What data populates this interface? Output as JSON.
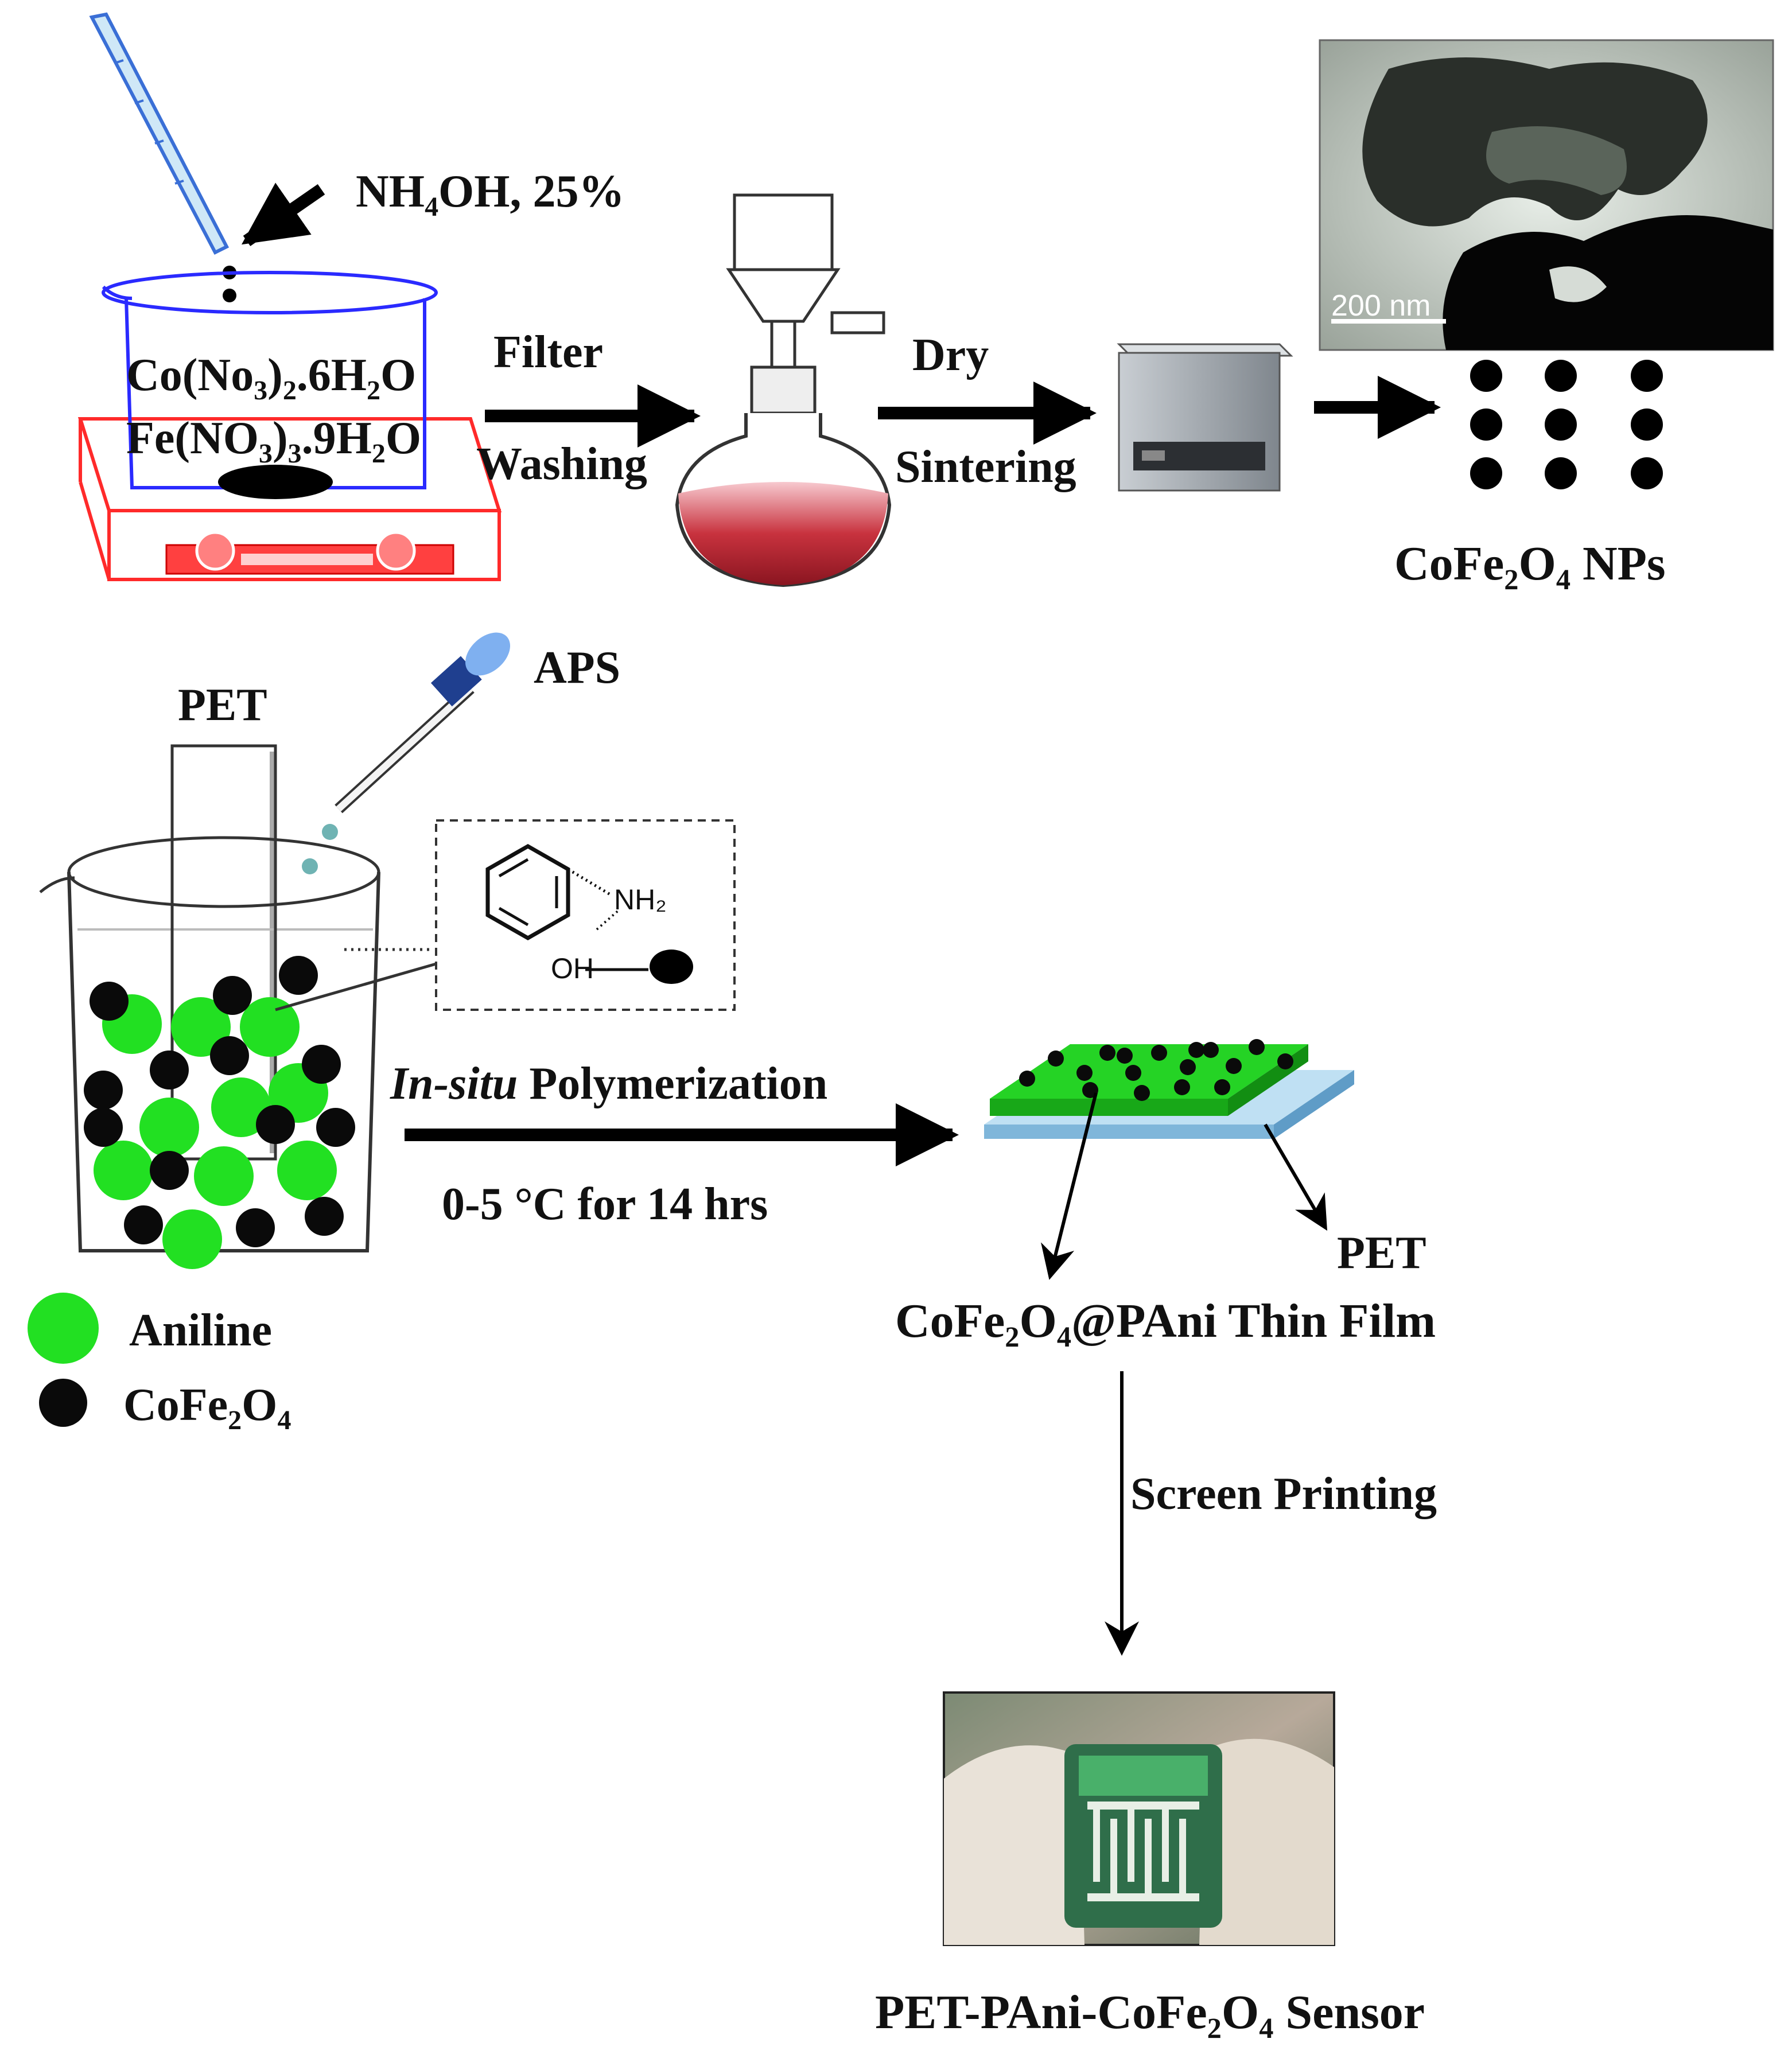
{
  "labels": {
    "nh4oh": "NH₄OH, 25%",
    "precursor1": "Co(No₃)₂.6H₂O",
    "precursor2": "Fe(NO₃)₃.9H₂O",
    "filter": "Filter",
    "washing": "Washing",
    "dry": "Dry",
    "sintering": "Sintering",
    "tem_scale": "200 nm",
    "nps": "CoFe₂O₄ NPs",
    "pet_top": "PET",
    "aps": "APS",
    "nh2": "NH₂",
    "oh": "OH",
    "insitu_italic": "In-situ",
    "polymerization": " Polymerization",
    "conditions": "0-5 °C for 14 hrs",
    "pet_film": "PET",
    "thin_film": "CoFe₂O₄@PAni Thin Film",
    "legend_aniline": "Aniline",
    "legend_cofe2o4": "CoFe₂O₄",
    "screen_printing": "Screen Printing",
    "sensor": "PET-PAni-CoFe₂O₄ Sensor"
  },
  "colors": {
    "aniline_green": "#22e022",
    "particle_black": "#0a0a0a",
    "beaker_blue": "#2a2aff",
    "hotplate_red": "#ff2a2a",
    "pet_blue": "#9fd0ef",
    "solution_red": "#b8202a"
  },
  "icons": {
    "pipette": "pipette-icon",
    "dropper": "dropper-icon",
    "flask": "filter-flask-icon",
    "furnace": "furnace-icon",
    "tem": "tem-image",
    "sensor_photo": "sensor-photo"
  }
}
